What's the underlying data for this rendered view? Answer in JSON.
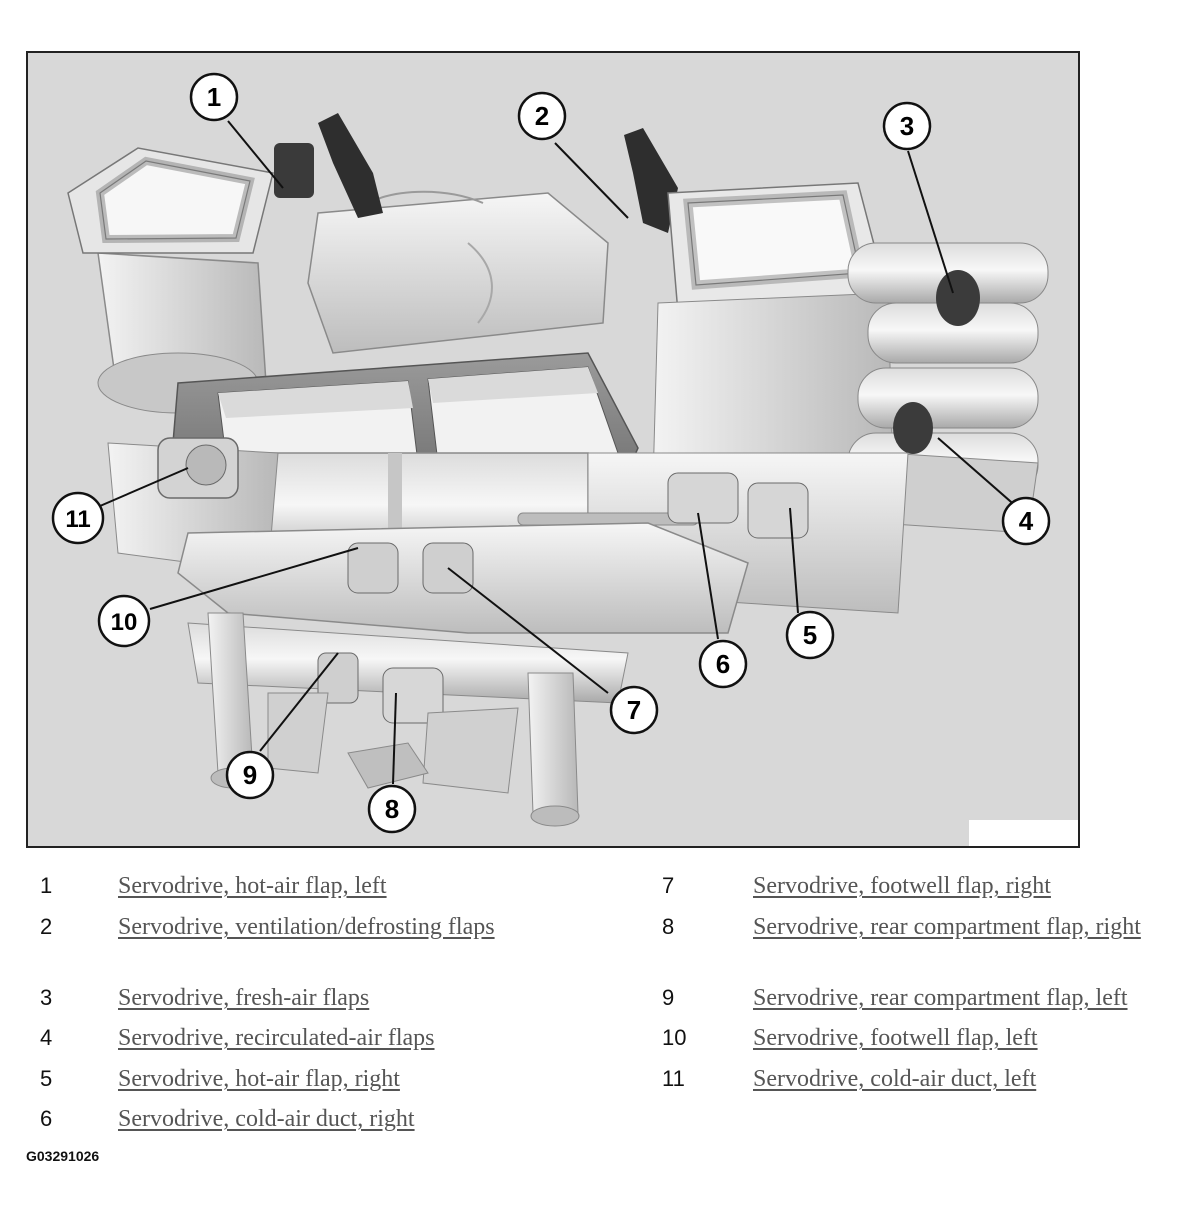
{
  "callouts": [
    "1",
    "2",
    "3",
    "4",
    "5",
    "6",
    "7",
    "8",
    "9",
    "10",
    "11"
  ],
  "legend": [
    {
      "num": "1",
      "text": "Servodrive, hot-air flap, left"
    },
    {
      "num": "2",
      "text": "Servodrive, ventilation/defrosting flaps"
    },
    {
      "num": "3",
      "text": "Servodrive, fresh-air flaps"
    },
    {
      "num": "4",
      "text": "Servodrive, recirculated-air flaps"
    },
    {
      "num": "5",
      "text": "Servodrive, hot-air flap, right"
    },
    {
      "num": "6",
      "text": "Servodrive, cold-air duct, right"
    },
    {
      "num": "7",
      "text": "Servodrive, footwell flap, right"
    },
    {
      "num": "8",
      "text": "Servodrive, rear compartment flap, right"
    },
    {
      "num": "9",
      "text": "Servodrive, rear compartment flap, left"
    },
    {
      "num": "10",
      "text": "Servodrive, footwell flap, left"
    },
    {
      "num": "11",
      "text": "Servodrive, cold-air duct, left"
    }
  ],
  "figure_id": "G03291026",
  "colors": {
    "background": "#d8d8d8",
    "component_fill": "#eeeeee",
    "component_shade": "#c4c4c4",
    "dark_part": "#2e2e2e",
    "link_text": "#555555"
  }
}
